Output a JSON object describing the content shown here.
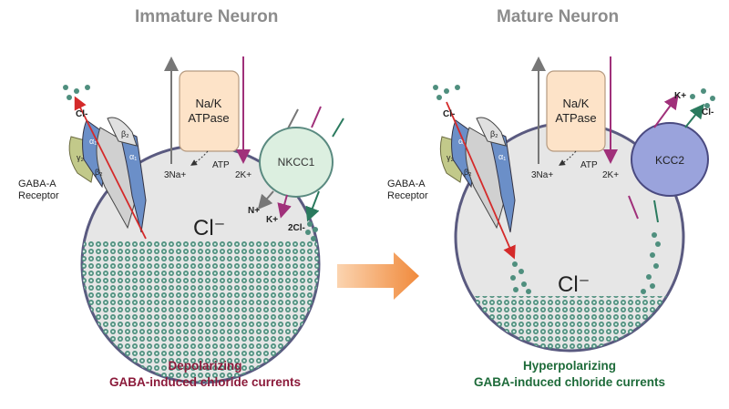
{
  "left": {
    "title": "Immature Neuron",
    "pump_line1": "Na/K",
    "pump_line2": "ATPase",
    "na_label": "3Na+",
    "k_label": "2K+",
    "atp_label": "ATP",
    "transporter": "NKCC1",
    "ion_n": "N+",
    "ion_k": "K+",
    "ion_2cl": "2Cl-",
    "cl_out": "Cl-",
    "cl_inside": "Cl⁻",
    "receptor_line1": "GABA-A",
    "receptor_line2": "Receptor",
    "caption_line1": "Depolarizing",
    "caption_line2": "GABA-induced chloride currents",
    "caption_color": "#8b1a3a"
  },
  "right": {
    "title": "Mature Neuron",
    "pump_line1": "Na/K",
    "pump_line2": "ATPase",
    "na_label": "3Na+",
    "k_label": "2K+",
    "atp_label": "ATP",
    "transporter": "KCC2",
    "ion_k": "K+",
    "ion_cl": "Cl-",
    "cl_out": "Cl-",
    "cl_inside": "Cl⁻",
    "receptor_line1": "GABA-A",
    "receptor_line2": "Receptor",
    "caption_line1": "Hyperpolarizing",
    "caption_line2": "GABA-induced chloride currents",
    "caption_color": "#1e6b3a"
  },
  "subunits": [
    "α₁",
    "β₂",
    "γ₂",
    "β₂",
    "α₁"
  ],
  "colors": {
    "cell_fill": "#e6e6e6",
    "membrane": "#5a5a80",
    "pump": "#fde3c8",
    "nkcc1": "#dcefe0",
    "kcc2": "#9aa3dc",
    "dots": "#4f8f7e",
    "red_arrow": "#d42a2a",
    "magenta_arrow": "#a0307a",
    "teal_arrow": "#2a7a5e",
    "orange_arrow": "#f08a3c"
  }
}
